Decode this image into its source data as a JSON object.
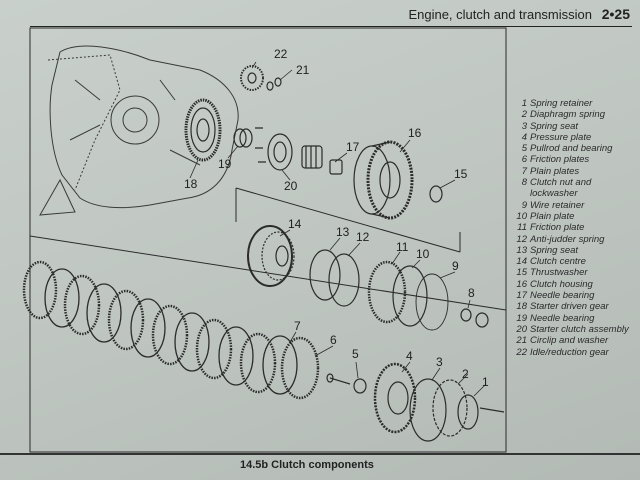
{
  "header": {
    "title": "Engine, clutch and transmission",
    "page": "2•25"
  },
  "caption": "14.5b Clutch components",
  "callouts": [
    "1",
    "2",
    "3",
    "4",
    "5",
    "6",
    "7",
    "8",
    "9",
    "10",
    "11",
    "12",
    "13",
    "14",
    "15",
    "16",
    "17",
    "18",
    "19",
    "20",
    "21",
    "22"
  ],
  "legend": [
    {
      "n": "1",
      "t": "Spring retainer"
    },
    {
      "n": "2",
      "t": "Diaphragm spring"
    },
    {
      "n": "3",
      "t": "Spring seat"
    },
    {
      "n": "4",
      "t": "Pressure plate"
    },
    {
      "n": "5",
      "t": "Pullrod and bearing"
    },
    {
      "n": "6",
      "t": "Friction plates"
    },
    {
      "n": "7",
      "t": "Plain plates"
    },
    {
      "n": "8",
      "t": "Clutch nut and",
      "c": "lockwasher"
    },
    {
      "n": "9",
      "t": "Wire retainer"
    },
    {
      "n": "10",
      "t": "Plain plate"
    },
    {
      "n": "11",
      "t": "Friction plate"
    },
    {
      "n": "12",
      "t": "Anti-judder spring"
    },
    {
      "n": "13",
      "t": "Spring seat"
    },
    {
      "n": "14",
      "t": "Clutch centre"
    },
    {
      "n": "15",
      "t": "Thrustwasher"
    },
    {
      "n": "16",
      "t": "Clutch housing"
    },
    {
      "n": "17",
      "t": "Needle bearing"
    },
    {
      "n": "18",
      "t": "Starter driven gear"
    },
    {
      "n": "19",
      "t": "Needle bearing"
    },
    {
      "n": "20",
      "t": "Starter clutch assembly"
    },
    {
      "n": "21",
      "t": "Circlip and washer"
    },
    {
      "n": "22",
      "t": "Idle/reduction gear"
    }
  ]
}
